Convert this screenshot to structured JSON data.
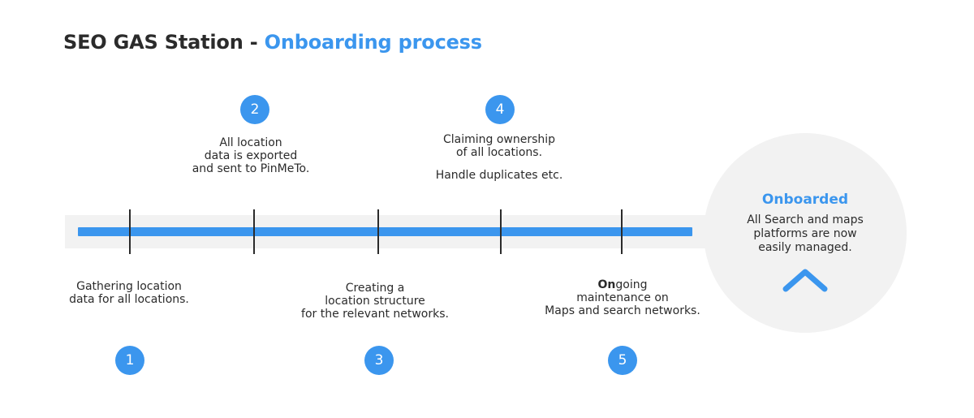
{
  "title": {
    "prefix": "SEO GAS Station - ",
    "accent": "Onboarding process"
  },
  "colors": {
    "accent": "#3b96ee",
    "text": "#2b2b2b",
    "panel": "#f2f2f2"
  },
  "steps": [
    {
      "number": "1",
      "lines": [
        "Gathering location",
        "data for all locations."
      ]
    },
    {
      "number": "2",
      "lines": [
        "All location",
        "data is exported",
        "and sent to PinMeTo."
      ]
    },
    {
      "number": "3",
      "lines": [
        "Creating a",
        "location structure",
        "for the relevant networks."
      ]
    },
    {
      "number": "4",
      "lines": [
        "Claiming ownership",
        "of all locations."
      ],
      "extra": "Handle duplicates etc."
    },
    {
      "number": "5",
      "bold": "On",
      "first_rest": "going",
      "lines": [
        "maintenance on",
        "Maps and search networks."
      ]
    }
  ],
  "final": {
    "title": "Onboarded",
    "lines": [
      "All Search and maps",
      "platforms are now",
      "easily managed."
    ],
    "icon": "chevron-up-icon"
  }
}
